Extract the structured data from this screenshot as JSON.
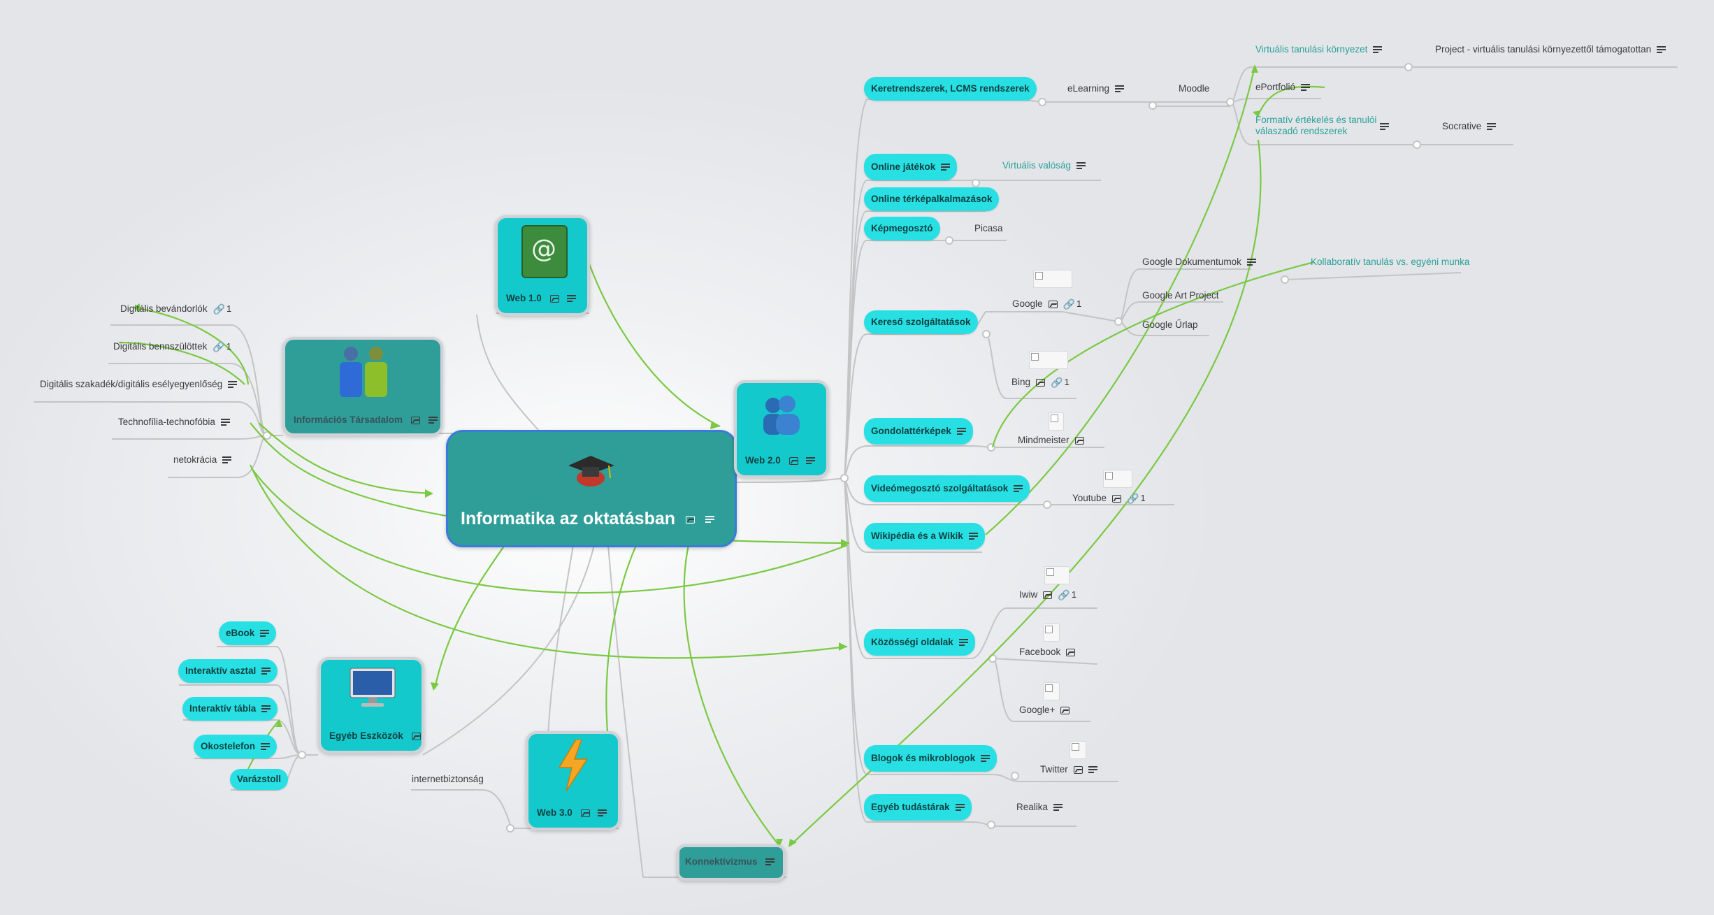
{
  "title": "Informatika az oktatásban",
  "colors": {
    "pill": "#28e0e4",
    "card_teal": "#2f9e99",
    "card_cyan": "#13c9cc",
    "accent_link": "#7ac943",
    "connector": "#c4c4c4",
    "teal_text": "#2aa198"
  },
  "main_branches": {
    "web10": "Web 1.0",
    "web20": "Web 2.0",
    "web30": "Web 3.0",
    "infotars": "Információs Társadalom",
    "egyeb": "Egyéb Eszközök",
    "konnekt": "Konnektivizmus"
  },
  "infotars_children": [
    "Digitális bevándorlók",
    "Digitális bennszülöttek",
    "Digitális szakadék/digitális esélyegyenlőség",
    "Technofília-technofóbia",
    "netokrácia"
  ],
  "link_counts": {
    "bevandorlok": "1",
    "bennszulottek": "1",
    "google": "1",
    "bing": "1",
    "youtube": "1",
    "iwiw": "1"
  },
  "egyeb_children": [
    "eBook",
    "Interaktív asztal",
    "Interaktív tábla",
    "Okostelefon",
    "Varázstoll"
  ],
  "web30_children": [
    "internetbiztonság"
  ],
  "web20_children": {
    "lcms": "Keretrendszerek, LCMS rendszerek",
    "elearning": "eLearning",
    "moodle": "Moodle",
    "virt_korny": "Virtuális tanulási környezet",
    "project": "Project - virtuális tanulási környezettől támogatottan",
    "eportfolio": "ePortfolió",
    "formativ": "Formatív értékelés és tanulói válaszadó rendszerek",
    "socrative": "Socrative",
    "online_jatekok": "Online játékok",
    "virt_valosag": "Virtuális valóság",
    "terkep": "Online térképalkalmazások",
    "kepmegoszto": "Képmegosztó",
    "picasa": "Picasa",
    "kereso": "Kereső szolgáltatások",
    "google": "Google",
    "google_dok": "Google Dokumentumok",
    "google_art": "Google Art Project",
    "google_urlap": "Google Űrlap",
    "kollab": "Kollaboratív tanulás vs. egyéni munka",
    "bing": "Bing",
    "gondolat": "Gondolattérképek",
    "mindmeister": "Mindmeister",
    "video": "Videómegosztó szolgáltatások",
    "youtube": "Youtube",
    "wiki": "Wikipédia és a Wikik",
    "kozossegi": "Közösségi oldalak",
    "iwiw": "Iwiw",
    "facebook": "Facebook",
    "googleplus": "Google+",
    "blogok": "Blogok és mikroblogok",
    "twitter": "Twitter",
    "egyeb_tudas": "Egyéb tudástárak",
    "realika": "Realika"
  }
}
